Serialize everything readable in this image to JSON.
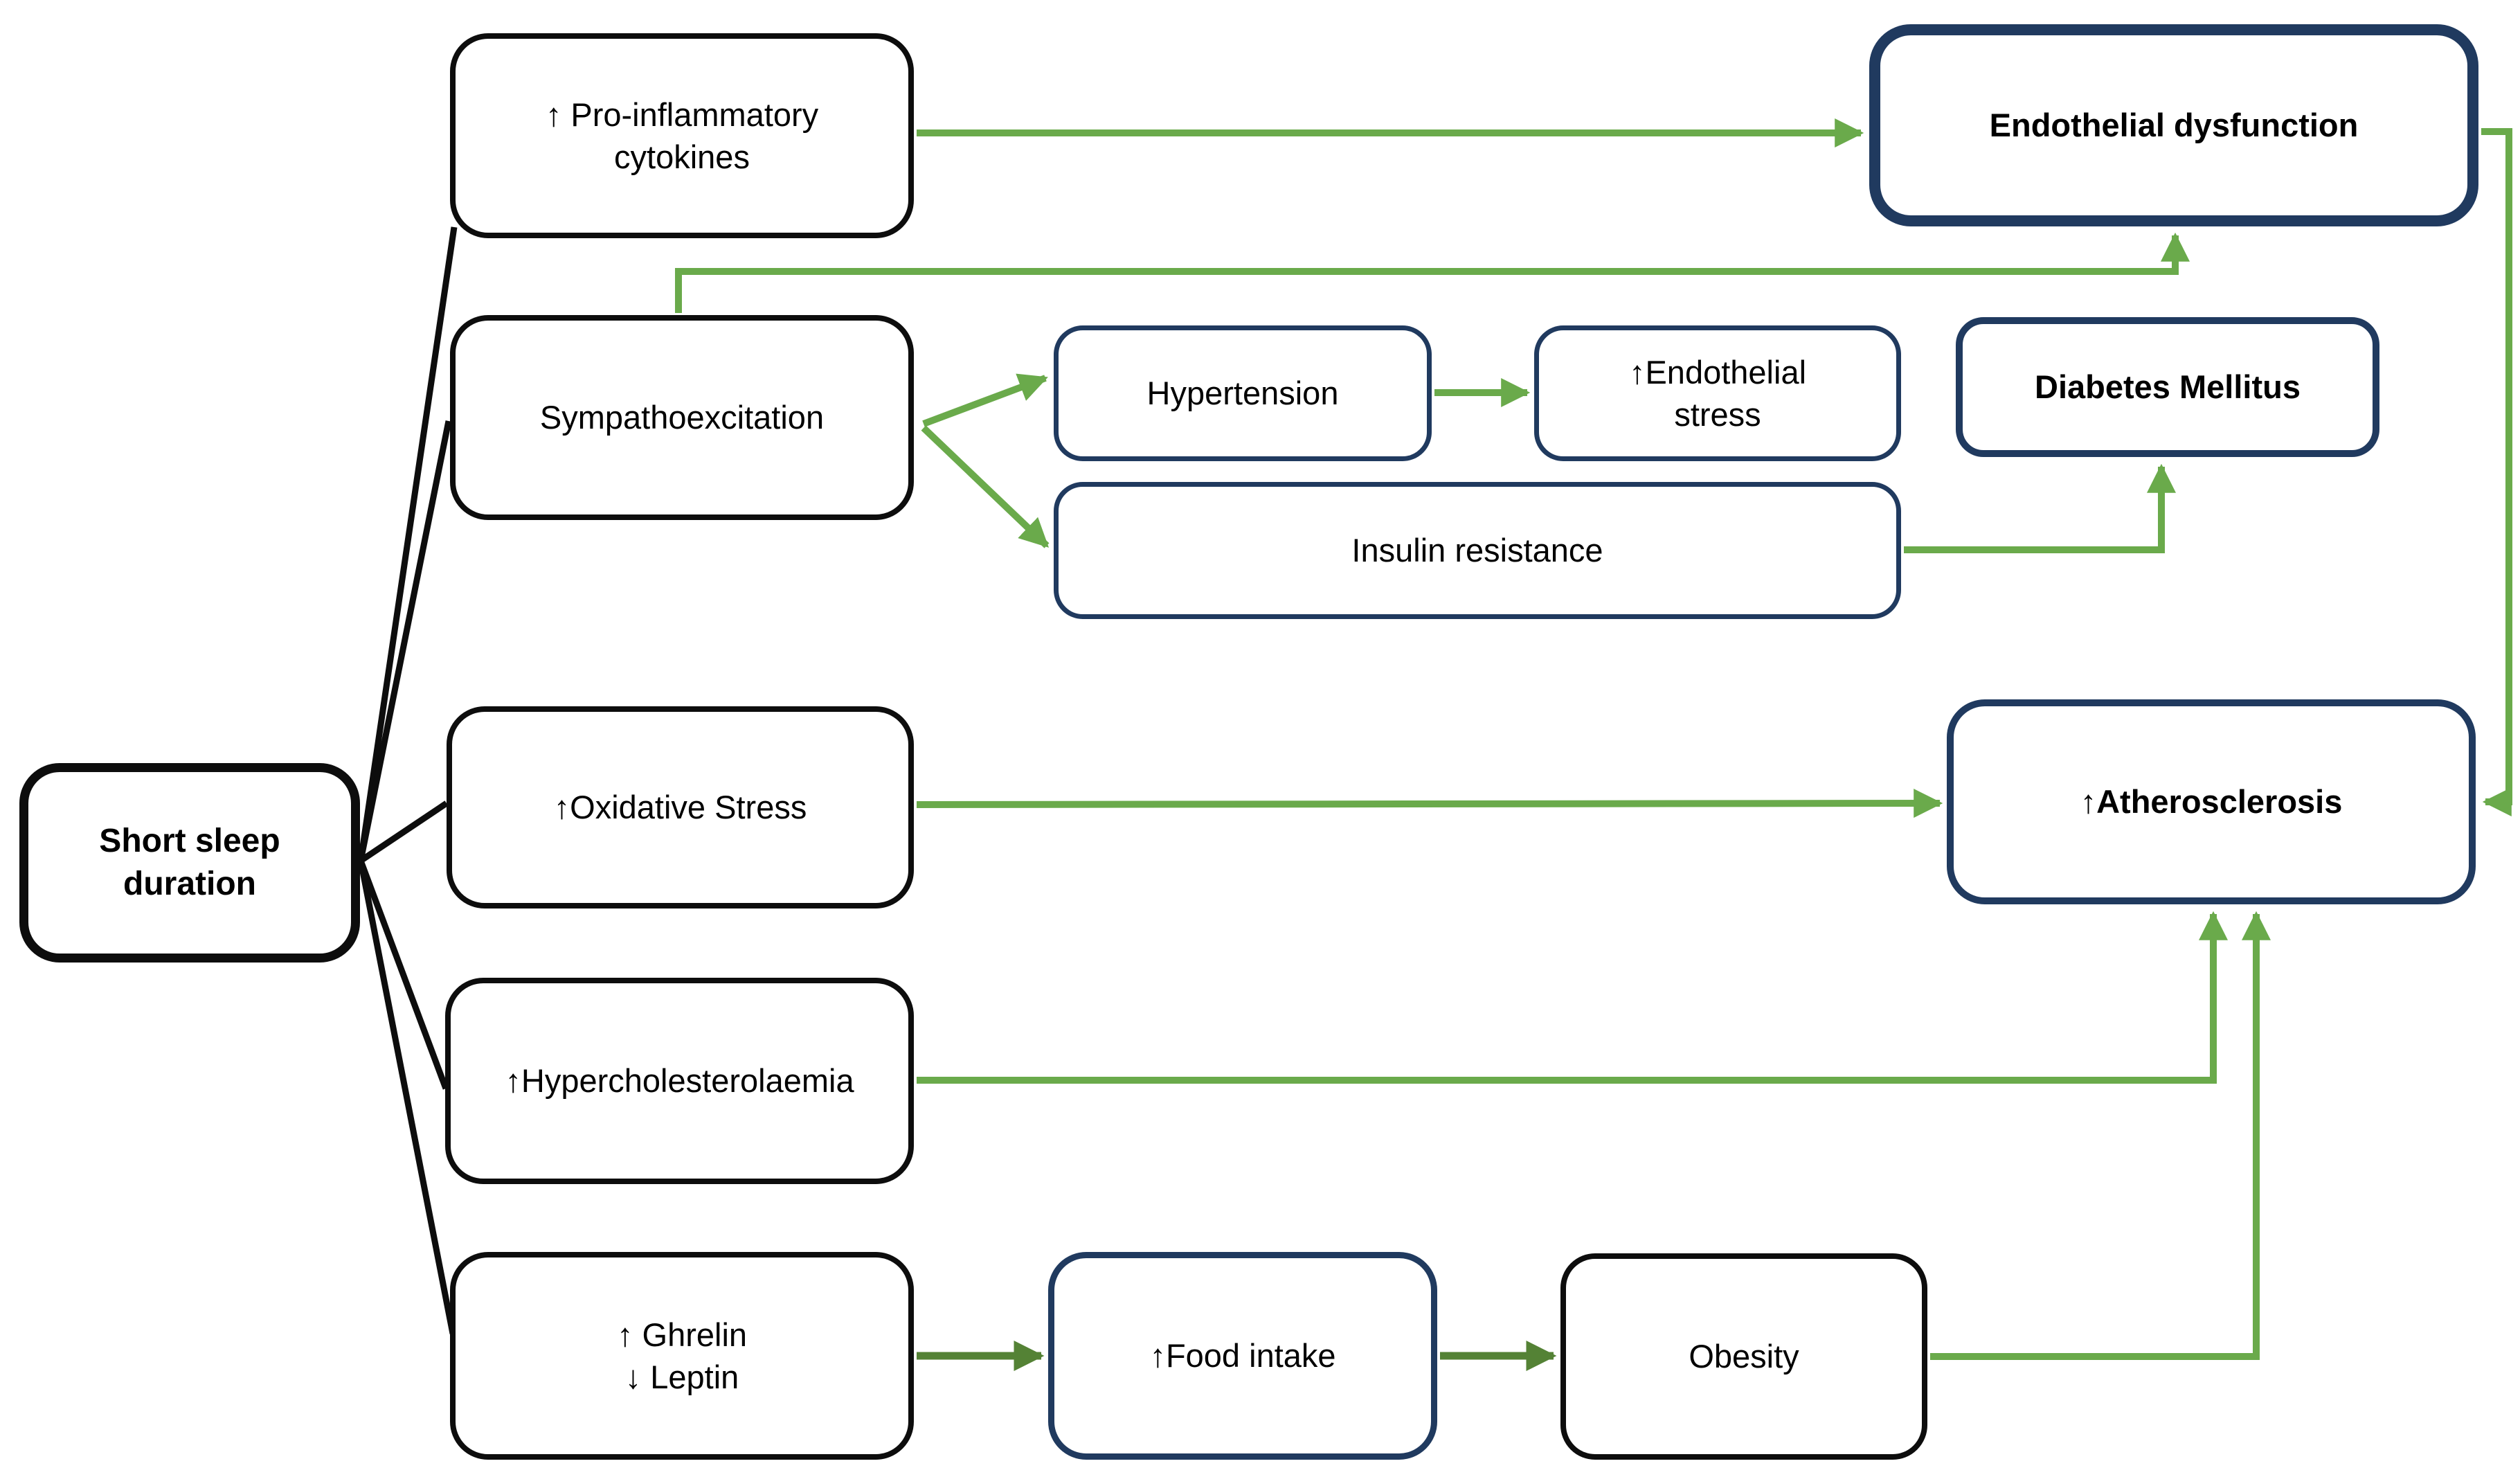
{
  "colors": {
    "arrow_green": "#6AAA4B",
    "arrow_dark_green": "#548235",
    "line_black": "#0D0D0D",
    "border_navy": "#203A5F",
    "border_black": "#0D0D0D"
  },
  "nodes": {
    "short_sleep": {
      "label": "Short sleep\nduration"
    },
    "pro_inflammatory": {
      "label": "↑ Pro-inflammatory\ncytokines"
    },
    "sympathoexcitation": {
      "label": "Sympathoexcitation"
    },
    "hypertension": {
      "label": "Hypertension"
    },
    "endothelial_stress": {
      "label": "↑Endothelial\nstress"
    },
    "insulin_resistance": {
      "label": "Insulin resistance"
    },
    "diabetes_mellitus": {
      "label": "Diabetes Mellitus"
    },
    "endothelial_dysfunction": {
      "label": "Endothelial dysfunction"
    },
    "oxidative_stress": {
      "label": "↑Oxidative Stress"
    },
    "atherosclerosis": {
      "label": "↑Atherosclerosis"
    },
    "hypercholesterolaemia": {
      "label": "↑Hypercholesterolaemia"
    },
    "ghrelin_leptin": {
      "label": "↑ Ghrelin\n↓ Leptin"
    },
    "food_intake": {
      "label": "↑Food intake"
    },
    "obesity": {
      "label": "Obesity"
    }
  },
  "edges": [
    {
      "from": "short_sleep",
      "to": "pro_inflammatory",
      "type": "line",
      "color": "black"
    },
    {
      "from": "short_sleep",
      "to": "sympathoexcitation",
      "type": "line",
      "color": "black"
    },
    {
      "from": "short_sleep",
      "to": "oxidative_stress",
      "type": "line",
      "color": "black"
    },
    {
      "from": "short_sleep",
      "to": "hypercholesterolaemia",
      "type": "line",
      "color": "black"
    },
    {
      "from": "short_sleep",
      "to": "ghrelin_leptin",
      "type": "line",
      "color": "black"
    },
    {
      "from": "pro_inflammatory",
      "to": "endothelial_dysfunction",
      "type": "arrow",
      "color": "green"
    },
    {
      "from": "sympathoexcitation",
      "to": "endothelial_dysfunction",
      "type": "arrow",
      "color": "green"
    },
    {
      "from": "sympathoexcitation",
      "to": "hypertension",
      "type": "arrow",
      "color": "green"
    },
    {
      "from": "sympathoexcitation",
      "to": "insulin_resistance",
      "type": "arrow",
      "color": "green"
    },
    {
      "from": "hypertension",
      "to": "endothelial_stress",
      "type": "arrow",
      "color": "green"
    },
    {
      "from": "insulin_resistance",
      "to": "diabetes_mellitus",
      "type": "arrow",
      "color": "green"
    },
    {
      "from": "oxidative_stress",
      "to": "atherosclerosis",
      "type": "arrow",
      "color": "green"
    },
    {
      "from": "hypercholesterolaemia",
      "to": "atherosclerosis",
      "type": "arrow",
      "color": "green"
    },
    {
      "from": "obesity",
      "to": "atherosclerosis",
      "type": "arrow",
      "color": "green"
    },
    {
      "from": "endothelial_dysfunction",
      "to": "atherosclerosis",
      "type": "arrow",
      "color": "green"
    },
    {
      "from": "ghrelin_leptin",
      "to": "food_intake",
      "type": "arrow",
      "color": "dark_green"
    },
    {
      "from": "food_intake",
      "to": "obesity",
      "type": "arrow",
      "color": "dark_green"
    }
  ]
}
